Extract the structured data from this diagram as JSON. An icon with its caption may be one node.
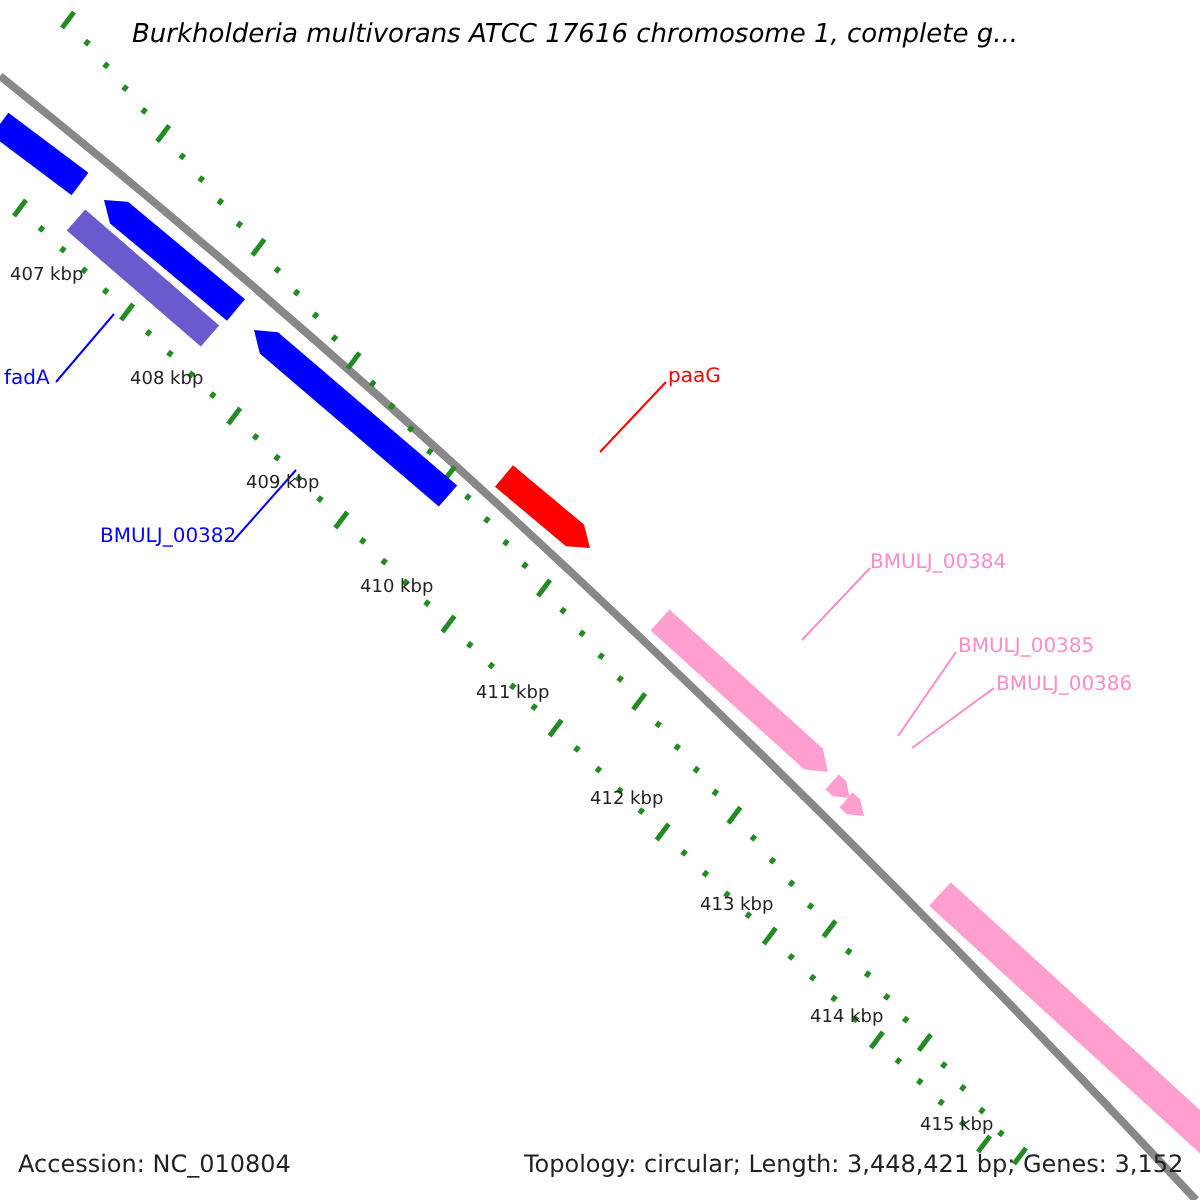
{
  "diagram": {
    "title": "Burkholderia multivorans ATCC 17616 chromosome 1, complete g...",
    "nodes": [
      {
        "text": [],
        "shape": "bar"
      },
      {
        "text": [],
        "shape": "bar"
      },
      {
        "text": [],
        "shape": "bar"
      },
      {
        "text": [
          "fadA"
        ]
      },
      {
        "text": [],
        "shape": "bar"
      },
      {
        "text": [
          "BMULJ_00382"
        ]
      },
      {
        "text": [],
        "shape": "bar"
      },
      {
        "text": [
          "paaG"
        ]
      },
      {
        "text": [],
        "shape": "bar"
      },
      {
        "text": [
          "BMULJ_00384"
        ]
      },
      {
        "text": [],
        "shape": "bar"
      },
      {
        "text": [
          "BMULJ_00385"
        ]
      },
      {
        "text": [],
        "shape": "bar"
      },
      {
        "text": [
          "BMULJ_00386"
        ]
      },
      {
        "text": [],
        "shape": "bar"
      }
    ],
    "edges": [
      {
        "from": 3,
        "to": 2,
        "arrow": "none",
        "color": "#0000ff"
      },
      {
        "from": 5,
        "to": 4,
        "arrow": "none",
        "color": "#0000ff"
      },
      {
        "from": 7,
        "to": 6,
        "arrow": "none",
        "color": "#ff0000"
      },
      {
        "from": 9,
        "to": 8,
        "arrow": "none"
      },
      {
        "from": 11,
        "to": 10,
        "arrow": "none"
      },
      {
        "from": 13,
        "to": 12,
        "arrow": "none"
      }
    ],
    "labels": [
      "407 kbp",
      "408 kbp",
      "409 kbp",
      "410 kbp",
      "411 kbp",
      "412 kbp",
      "413 kbp",
      "414 kbp",
      "415 kbp",
      "Accession: NC_010804",
      "Topology: circular; Length: 3,448,421 bp; Genes: 3,152"
    ]
  }
}
